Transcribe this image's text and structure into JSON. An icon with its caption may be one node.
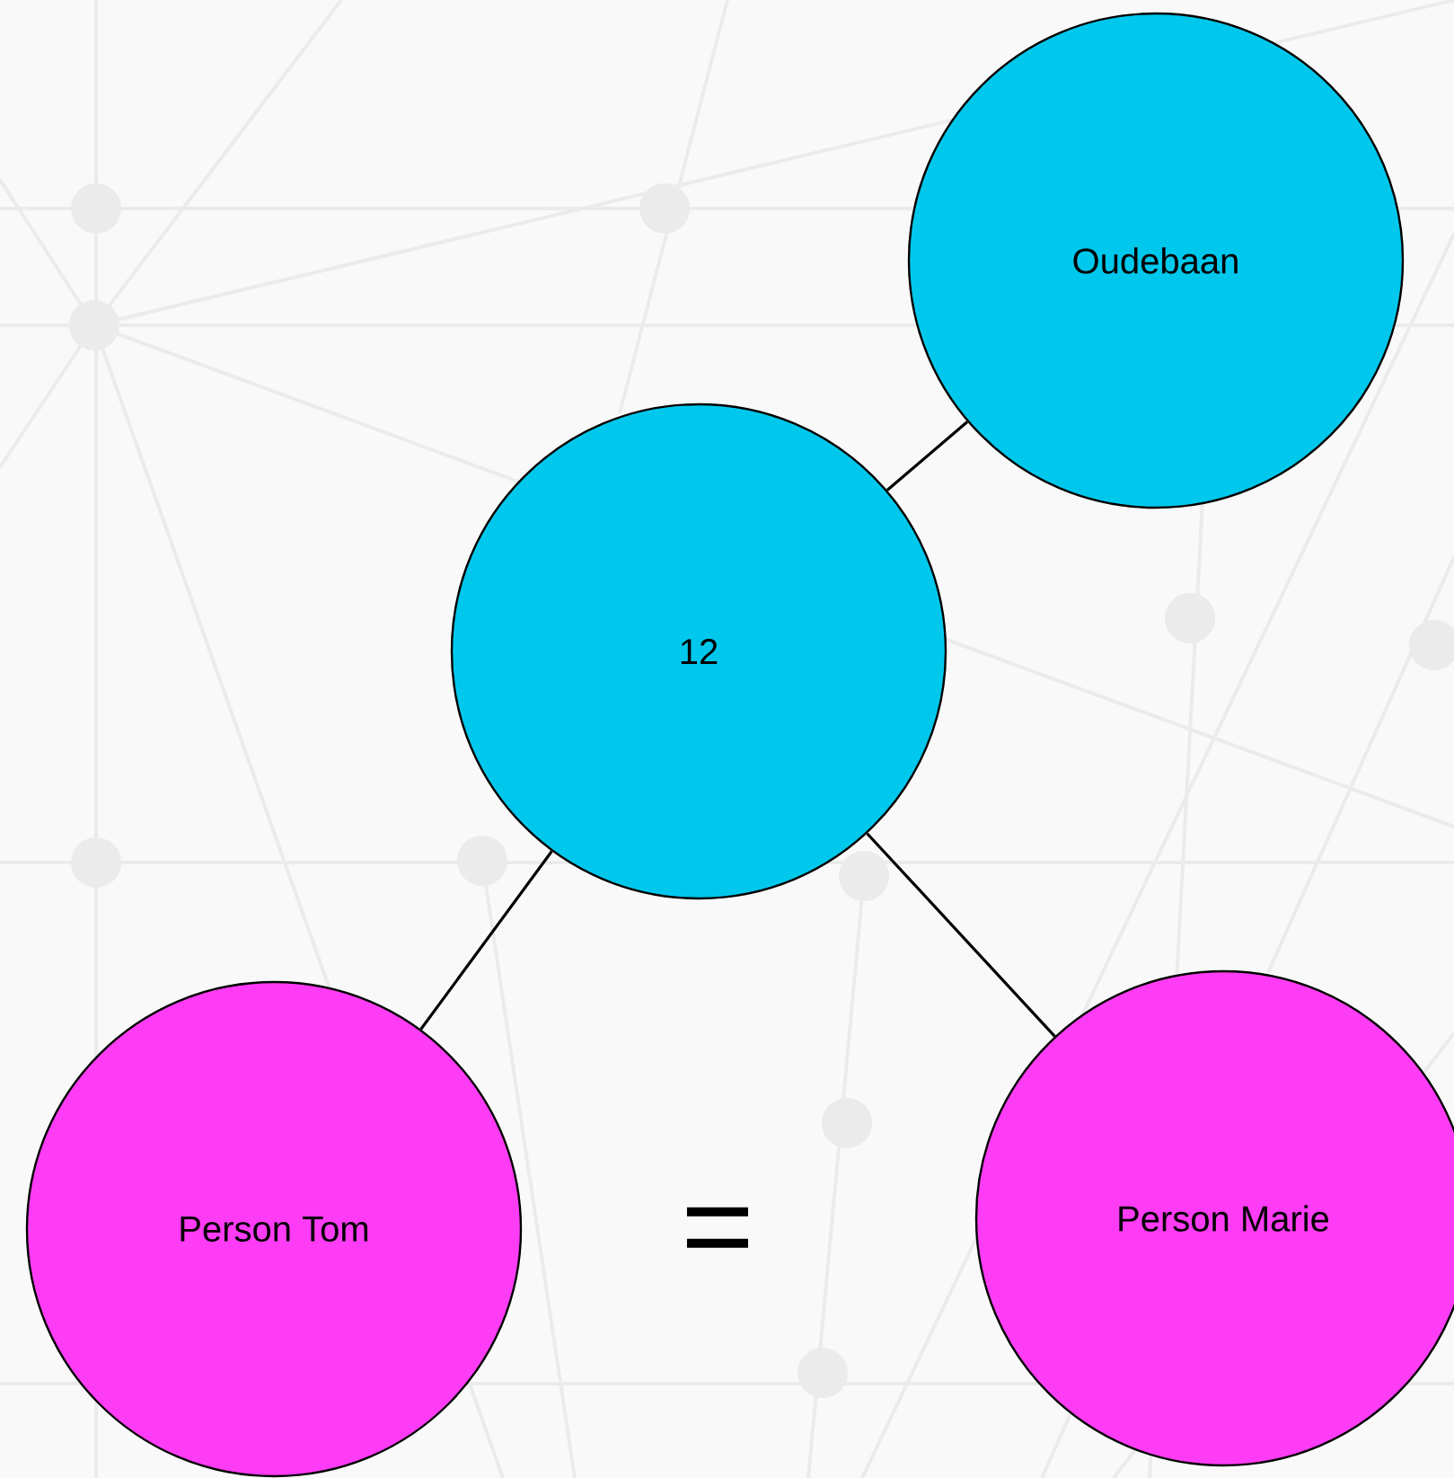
{
  "diagram": {
    "nodes": [
      {
        "text": [
          "Oudebaan"
        ]
      },
      {
        "text": [
          "12"
        ]
      },
      {
        "text": [
          "Person Tom"
        ]
      },
      {
        "text": [
          "Person Marie"
        ]
      }
    ],
    "edges": [
      {
        "from": 1,
        "to": 0,
        "arrow": "none"
      },
      {
        "from": 1,
        "to": 2,
        "arrow": "none"
      },
      {
        "from": 1,
        "to": 3,
        "arrow": "none"
      }
    ],
    "labels": [
      "="
    ]
  }
}
